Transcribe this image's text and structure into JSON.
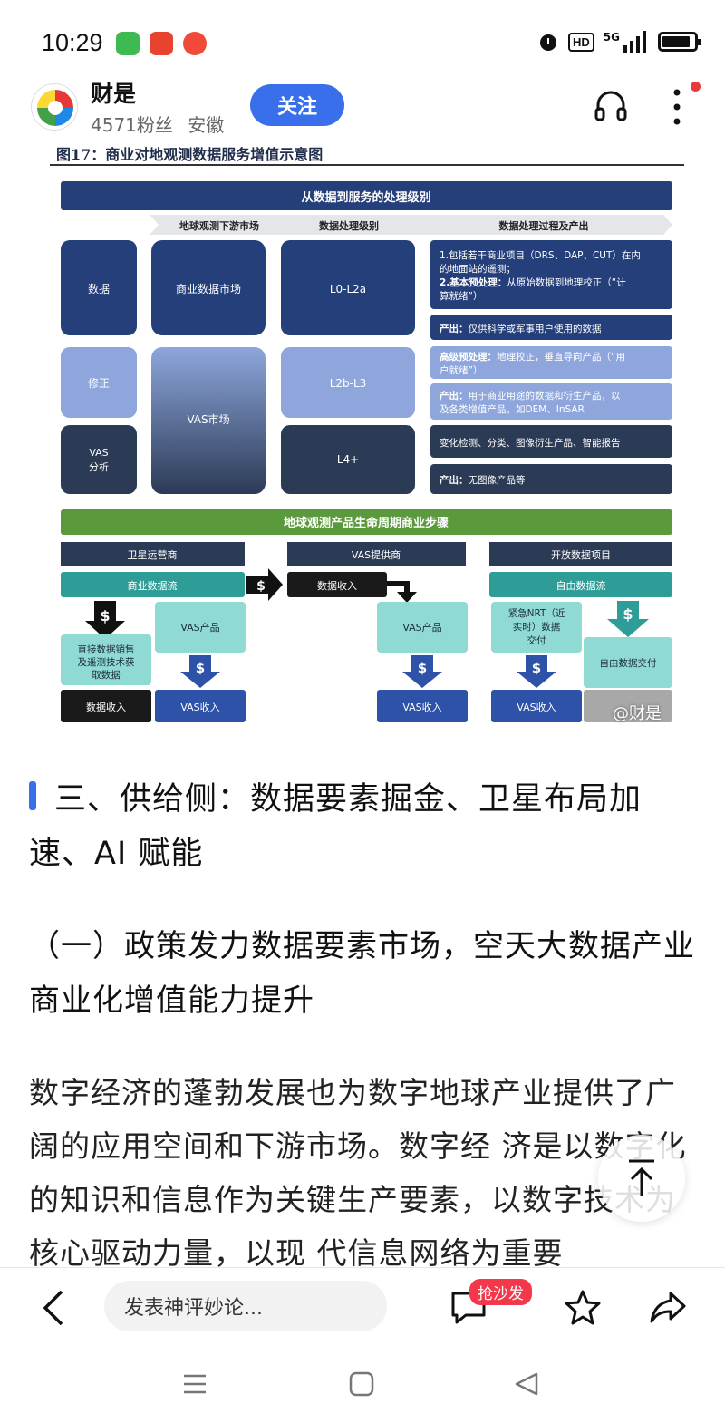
{
  "status_bar": {
    "time": "10:29",
    "hd": "HD",
    "network": "5G"
  },
  "header": {
    "account_name": "财是",
    "followers": "4571粉丝",
    "location": "安徽",
    "follow_label": "关注"
  },
  "figure": {
    "title": "图17：商业对地观测数据服务增值示意图",
    "top_banner": "从数据到服务的处理级别",
    "columns": [
      "地球观测下游市场",
      "数据处理级别",
      "数据处理过程及产出"
    ],
    "left_boxes": [
      "数据",
      "修正",
      "VAS分析"
    ],
    "market_boxes": [
      "商业数据市场",
      "VAS市场"
    ],
    "level_boxes": [
      "L0-L2a",
      "L2b-L3",
      "L4+"
    ],
    "process_rows": [
      {
        "lead": "",
        "text": "1.包括若干商业项目（DRS、DAP、CUT）在内的地面站的遥测；"
      },
      {
        "lead": "2.基本预处理：",
        "text": "从原始数据到地理校正（“计算就绪”）"
      },
      {
        "lead": "产出：",
        "text": "仅供科学或军事用户使用的数据"
      },
      {
        "lead": "高级预处理：",
        "text": "地理校正，垂直导向产品（“用户就绪”）"
      },
      {
        "lead": "产出：",
        "text": "用于商业用途的数据和衍生产品，以及各类增值产品，如DEM、InSAR"
      },
      {
        "lead": "",
        "text": "变化检测、分类、图像衍生产品、智能报告"
      },
      {
        "lead": "产出：",
        "text": "无图像产品等"
      }
    ],
    "bottom_banner": "地球观测产品生命周期商业步骤",
    "actors": [
      "卫星运营商",
      "VAS提供商",
      "开放数据项目"
    ],
    "flow": {
      "commercial_stream": "商业数据流",
      "data_income": "数据收入",
      "free_stream": "自由数据流",
      "vas_product": "VAS产品",
      "direct_sales": "直接数据销售及遥测技术获取数据",
      "vas_income": "VAS收入",
      "nrt_delivery": "紧急NRT（近实时）数据交付",
      "free_delivery": "自由数据交付",
      "dollar": "$"
    },
    "watermark": "@财是"
  },
  "article": {
    "section_heading": "三、供给侧：数据要素掘金、卫星布局加速、AI 赋能",
    "sub_heading": "（一）政策发力数据要素市场，空天大数据产业商业化增值能力提升",
    "paragraph": "数字经济的蓬勃发展也为数字地球产业提供了广阔的应用空间和下游市场。数字经 济是以数字化的知识和信息作为关键生产要素，以数字技术为核心驱动力量，以现 代信息网络为重要"
  },
  "bottom_bar": {
    "comment_placeholder": "发表神评妙论...",
    "sofa_badge": "抢沙发"
  },
  "colors": {
    "accent": "#3a6fec",
    "dark_blue": "#243f7a",
    "light_blue": "#8ea6dc",
    "navy": "#2b3a55",
    "teal": "#5fc7bf",
    "green": "#5a9a3c"
  }
}
